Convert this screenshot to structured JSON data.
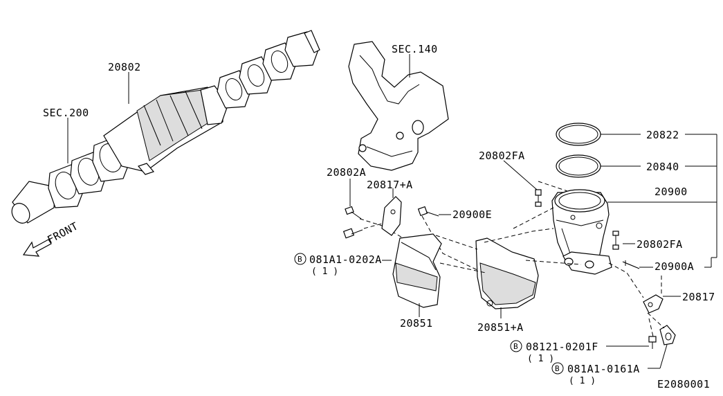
{
  "labels": {
    "l20802": "20802",
    "sec200": "SEC.200",
    "sec140": "SEC.140",
    "front": "FRONT",
    "l20802a": "20802A",
    "l20817a": "20817+A",
    "l20900e": "20900E",
    "l20802fa_top": "20802FA",
    "l20822": "20822",
    "l20840": "20840",
    "l20900": "20900",
    "l20802fa_right": "20802FA",
    "l20900a": "20900A",
    "l20817": "20817",
    "l20851": "20851",
    "l20851a": "20851+A",
    "bolt1_code": "081A1-0202A",
    "bolt1_qty": "( 1 )",
    "bolt2_code": "08121-0201F",
    "bolt2_qty": "( 1 )",
    "bolt3_code": "081A1-0161A",
    "bolt3_qty": "( 1 )",
    "bolt_marker": "B",
    "diagram_code": "E2080001"
  },
  "icons": [
    "front-arrow-icon",
    "bolt-circle-b-icon"
  ]
}
